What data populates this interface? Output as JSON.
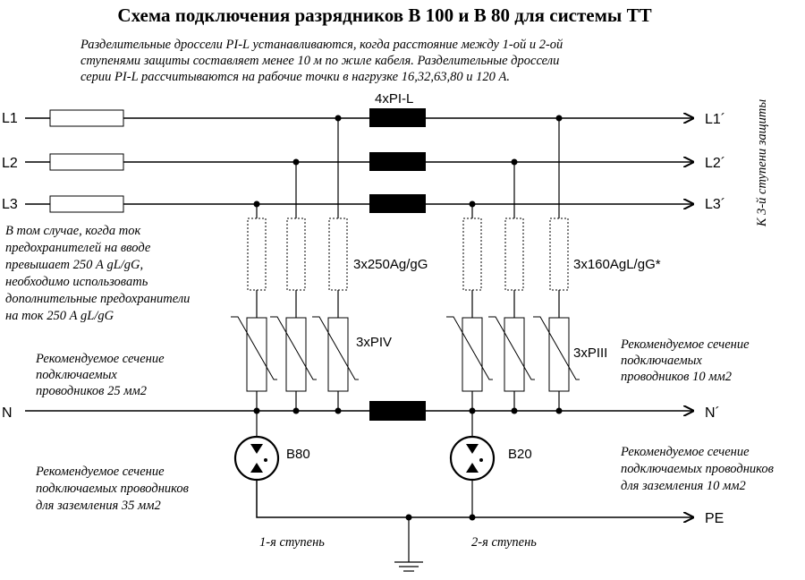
{
  "title": "Схема подключения разрядников В 100 и В 80 для системы  ТТ",
  "note_top": [
    "Разделительные дроссели PI-L устанавливаются, когда расстояние между 1-ой и 2-ой",
    "ступенями защиты составляет менее 10 м по жиле кабеля. Разделительные дроссели",
    "серии PI-L рассчитываются на рабочие точки в нагрузке 16,32,63,80 и 120 А."
  ],
  "lines_in": {
    "l1": "L1",
    "l2": "L2",
    "l3": "L3",
    "n": "N"
  },
  "lines_out": {
    "l1": "L1´",
    "l2": "L2´",
    "l3": "L3´",
    "n": "N´",
    "pe": "PE"
  },
  "choke_label": "4xPI-L",
  "fuse_label_1": "3x250Ag/gG",
  "fuse_label_2": "3x160AgL/gG*",
  "spd_label_1": "3xPIV",
  "spd_label_2": "3xPIII",
  "arrester_1": "B80",
  "arrester_2": "B20",
  "note_fuse": [
    "В том случае, когда ток",
    "предохранителей на вводе",
    "превышает 250 А gL/gG,",
    "необходимо использовать",
    "дополнительные предохранители",
    "на ток 250 А gL/gG"
  ],
  "note_sec_1": [
    "Рекомендуемое сечение",
    "подключаемых",
    "проводников 25 мм2"
  ],
  "note_sec_2": [
    "Рекомендуемое сечение",
    "подключаемых",
    "проводников 10 мм2"
  ],
  "note_ground_1": [
    "Рекомендуемое сечение",
    "подключаемых проводников",
    "для заземления 35 мм2"
  ],
  "note_ground_2": [
    "Рекомендуемое сечение",
    "подключаемых проводников",
    "для заземления 10 мм2"
  ],
  "stage_1": "1-я ступень",
  "stage_2": "2-я ступень",
  "vertical_note": "К 3-й ступени защиты"
}
